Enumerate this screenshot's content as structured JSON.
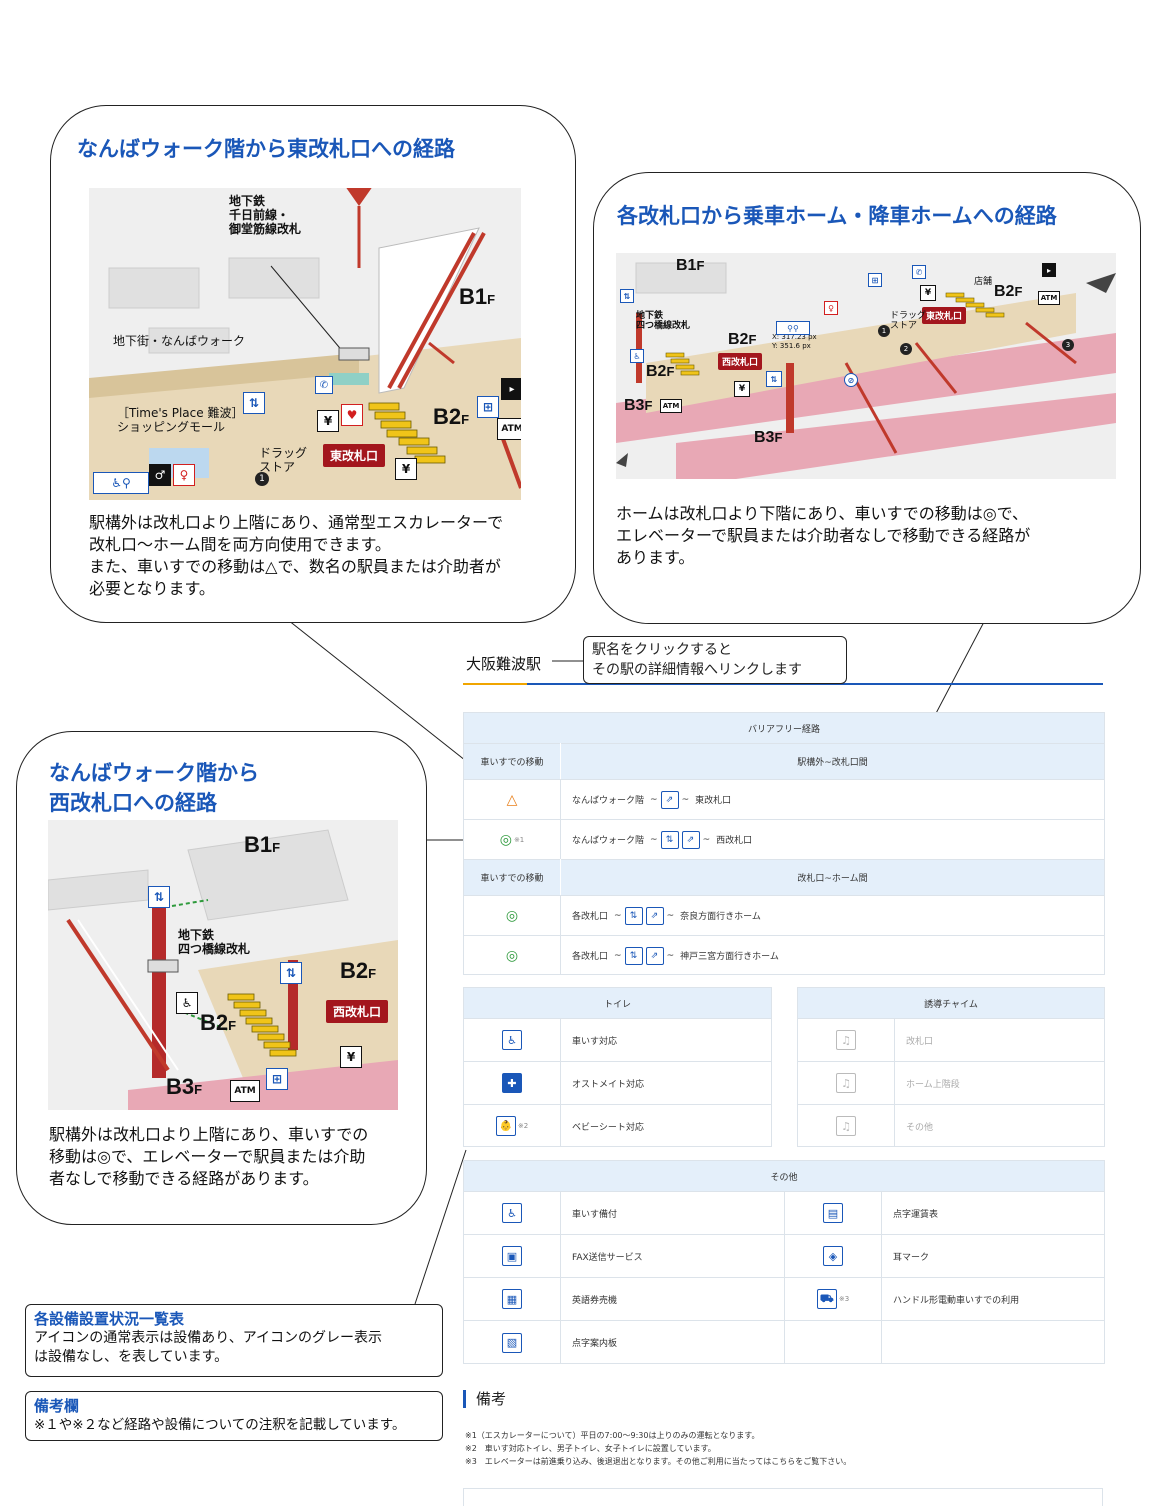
{
  "callouts": {
    "east": {
      "title": "なんばウォーク階から東改札口への経路",
      "text": [
        "駅構外は改札口より上階にあり、通常型エスカレーターで",
        "改札口～ホーム間を両方向使用できます。",
        "また、車いすでの移動は△で、数名の駅員または介助者が",
        "必要となります。"
      ],
      "map": {
        "subway_label": "地下鉄\n千日前線・\n御堂筋線改札",
        "street_label": "地下街・なんばウォーク",
        "shop_label": "［Time's Place 難波］\nショッピングモール",
        "drug_label": "ドラッグ\nストア",
        "floor_b1": "B1",
        "floor_b2": "B2",
        "floor_suffix": "F",
        "gate": "東改札口",
        "atm": "ATM"
      }
    },
    "platform": {
      "title": "各改札口から乗車ホーム・降車ホームへの経路",
      "text": [
        "ホームは改札口より下階にあり、車いすでの移動は◎で、",
        "エレベーターで駅員または介助者なしで移動できる経路が",
        "あります。"
      ],
      "map": {
        "subway_label": "地下鉄\n四つ橋線改札",
        "drug_label": "ドラッグ\nストア",
        "shop_label": "店舗",
        "floor_b1": "B1",
        "floor_b2": "B2",
        "floor_b3": "B3",
        "floor_suffix": "F",
        "gate_east": "東改札口",
        "gate_west": "西改札口",
        "atm": "ATM",
        "coord_x": "X: 317.23 px",
        "coord_y": "Y: 351.6 px"
      }
    },
    "west": {
      "title": [
        "なんばウォーク階から",
        "西改札口への経路"
      ],
      "text": [
        "駅構外は改札口より上階にあり、車いすでの",
        "移動は◎で、エレベーターで駅員または介助",
        "者なしで移動できる経路があります。"
      ],
      "map": {
        "subway_label": "地下鉄\n四つ橋線改札",
        "floor_b1": "B1",
        "floor_b2": "B2",
        "floor_b3": "B3",
        "floor_suffix": "F",
        "gate": "西改札口",
        "atm": "ATM"
      }
    }
  },
  "station": {
    "name": "大阪難波駅",
    "link_note": [
      "駅名をクリックすると",
      "その駅の詳細情報へリンクします"
    ]
  },
  "barrier_free": {
    "title": "バリアフリー経路",
    "col_move": "車いすでの移動",
    "section1": "駅構外~改札口間",
    "section2": "改札口~ホーム間",
    "rows1": [
      {
        "mark": "△",
        "sup": "",
        "from": "なんばウォーク階",
        "sep1": "~",
        "sep2": "~",
        "to": "東改札口",
        "icons": [
          "EscUp"
        ]
      },
      {
        "mark": "◎",
        "sup": "※1",
        "from": "なんばウォーク階",
        "sep1": "~",
        "sep2": "~",
        "to": "西改札口",
        "icons": [
          "EV",
          "EscUp"
        ]
      }
    ],
    "rows2": [
      {
        "mark": "◎",
        "from": "各改札口",
        "sep1": "~",
        "sep2": "~",
        "to": "奈良方面行きホーム",
        "icons": [
          "EV",
          "EscUp"
        ]
      },
      {
        "mark": "◎",
        "from": "各改札口",
        "sep1": "~",
        "sep2": "~",
        "to": "神戸三宮方面行きホーム",
        "icons": [
          "EV",
          "EscUp"
        ]
      }
    ]
  },
  "toilet": {
    "title": "トイレ",
    "rows": [
      {
        "label": "車いす対応",
        "sup": "",
        "glyph": "♿"
      },
      {
        "label": "オストメイト対応",
        "sup": "",
        "glyph": "✚"
      },
      {
        "label": "ベビーシート対応",
        "sup": "※2",
        "glyph": "👶"
      }
    ]
  },
  "chime": {
    "title": "誘導チャイム",
    "rows": [
      {
        "label": "改札口",
        "glyph": "♫"
      },
      {
        "label": "ホーム上階段",
        "glyph": "♫"
      },
      {
        "label": "その他",
        "glyph": "♫"
      }
    ]
  },
  "other": {
    "title": "その他",
    "rows": [
      {
        "left": "車いす備付",
        "left_glyph": "♿",
        "right": "点字運賃表",
        "right_glyph": "▤",
        "right_sup": ""
      },
      {
        "left": "FAX送信サービス",
        "left_glyph": "▣",
        "right": "耳マーク",
        "right_glyph": "◈",
        "right_sup": ""
      },
      {
        "left": "英語券売機",
        "left_glyph": "▦",
        "right": "ハンドル形電動車いすでの利用",
        "right_glyph": "⛟",
        "right_sup": "※3"
      },
      {
        "left": "点字案内板",
        "left_glyph": "▧",
        "right": "",
        "right_glyph": "",
        "right_sup": ""
      }
    ]
  },
  "legend": {
    "equip_title": "各設備設置状況一覧表",
    "equip_text": [
      "アイコンの通常表示は設備あり、アイコンのグレー表示",
      "は設備なし、を表しています。"
    ],
    "notes_title": "備考欄",
    "notes_text": "※１や※２など経路や設備についての注釈を記載しています。"
  },
  "biko": {
    "title": "備考",
    "notes": [
      "※1（エスカレーターについて）平日の7:00～9:30は上りのみの運転となります。",
      "※2　車いす対応トイレ、男子トイレ、女子トイレに設置しています。",
      "※3　エレベーターは前進乗り込み、後退退出となります。その他ご利用に当たってはこちらをご覧下さい。"
    ]
  },
  "colors": {
    "accent": "#1a57b8",
    "gate": "#a3161d",
    "ok": "#2e9a3c",
    "tri": "#e8801c",
    "header_bg": "#e4effa"
  }
}
